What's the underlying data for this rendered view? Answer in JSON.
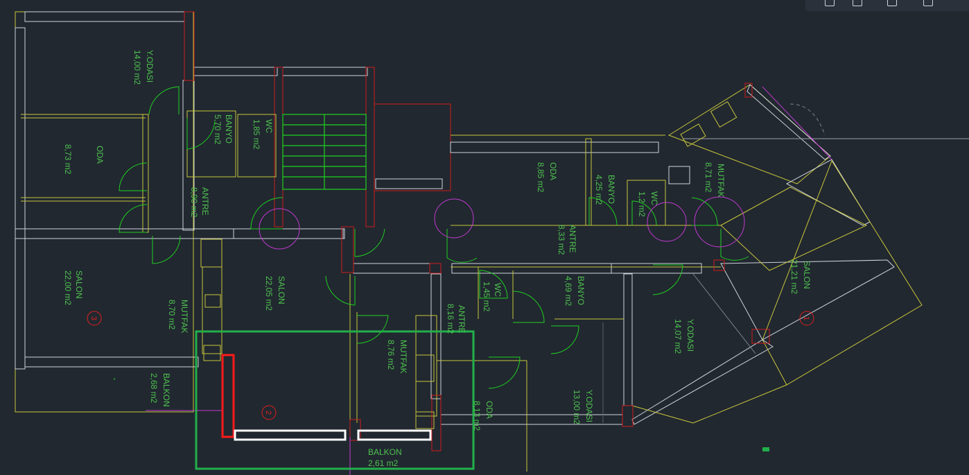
{
  "rooms": {
    "top_y_odasi_name": "Y.ODASI",
    "top_y_odasi_area": "14,00 m2",
    "left_oda_name": "ODA",
    "left_oda_area": "8,73 m2",
    "banyo1_name": "BANYO",
    "banyo1_area": "5,70 m2",
    "wc1_name": "WC",
    "wc1_area": "1,85 m2",
    "antre1_name": "ANTRE",
    "antre1_area": "8,90 m2",
    "salon3_name": "SALON",
    "salon3_area": "22,00 m2",
    "mutfak3_name": "MUTFAK",
    "mutfak3_area": "8,70 m2",
    "balkon3_name": "BALKON",
    "balkon3_area": "2,68 m2",
    "salon2_name": "SALON",
    "salon2_area": "22,05 m2",
    "mutfak2_name": "MUTFAK",
    "mutfak2_area": "8,76 m2",
    "balkon2_name": "BALKON",
    "balkon2_area": "2,61 m2",
    "antre2_name": "ANTRE",
    "antre2_area": "8,16 m2",
    "wc2_name": "WC",
    "wc2_area": "1,45 m2",
    "banyo2_name": "BANYO",
    "banyo2_area": "4,69 m2",
    "oda2_name": "ODA",
    "oda2_area": "8,13 m2",
    "y_odasi2_name": "Y.ODASI",
    "y_odasi2_area": "13,00 m2",
    "y_odasi1_name": "Y.ODASI",
    "y_odasi1_area": "14,07 m2",
    "oda1_name": "ODA",
    "oda1_area": "8,85 m2",
    "banyo1b_name": "BANYO",
    "banyo1b_area": "4,25 m2",
    "wc1b_name": "WC",
    "wc1b_area": "1,2 m2",
    "antre1b_name": "ANTRE",
    "antre1b_area": "8,33 m2",
    "mutfak1_name": "MUTFAK",
    "mutfak1_area": "8,71 m2",
    "salon1_name": "SALON",
    "salon1_area": "21,21 m2"
  },
  "unit_numbers": {
    "u1": "1",
    "u2": "2",
    "u3": "3"
  },
  "colors": {
    "background": "#212830",
    "wall": "#cfd4da",
    "room_text": "#4fc24f",
    "door": "#1fd11f",
    "frame": "#c8c63a",
    "column": "#d01c1c",
    "circle": "#c23ad0",
    "selection": "#22b04a",
    "highlight": "#ff1a1a"
  },
  "icons": [
    "zoom-icon",
    "layers-icon",
    "settings-icon",
    "window-icon"
  ]
}
